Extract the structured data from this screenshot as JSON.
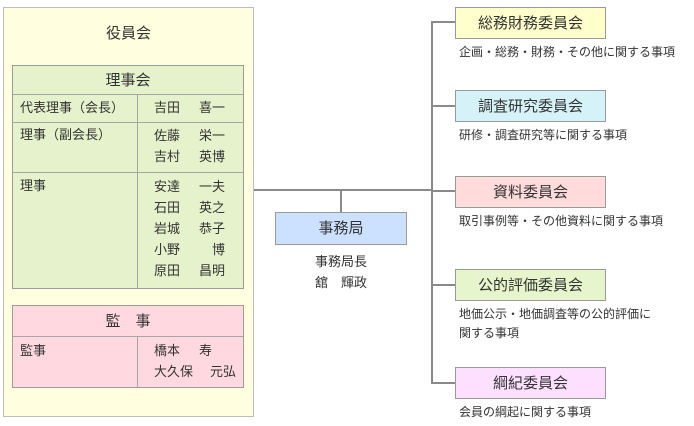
{
  "board": {
    "title": "役員会",
    "riji": {
      "title": "理事会",
      "rows": [
        {
          "role": "代表理事（会長）",
          "names": [
            {
              "sei": "吉田",
              "mei": "喜一"
            }
          ]
        },
        {
          "role": "理事（副会長）",
          "names": [
            {
              "sei": "佐藤",
              "mei": "栄一"
            },
            {
              "sei": "吉村",
              "mei": "英博"
            }
          ]
        },
        {
          "role": "理事",
          "names": [
            {
              "sei": "安達",
              "mei": "一夫"
            },
            {
              "sei": "石田",
              "mei": "英之"
            },
            {
              "sei": "岩城",
              "mei": "恭子"
            },
            {
              "sei": "小野",
              "mei": "博"
            },
            {
              "sei": "原田",
              "mei": "昌明"
            }
          ]
        }
      ]
    },
    "kanji": {
      "title": "監　事",
      "rows": [
        {
          "role": "監事",
          "names": [
            {
              "sei": "橋本",
              "mei": "寿"
            },
            {
              "sei": "大久保",
              "mei": "元弘"
            }
          ]
        }
      ]
    }
  },
  "secretariat": {
    "title": "事務局",
    "position": "事務局長",
    "name": "舘　輝政"
  },
  "committees": [
    {
      "name": "総務財務委員会",
      "desc": "企画・総務・財務・その他に関する事項",
      "color": "#ffffcc"
    },
    {
      "name": "調査研究委員会",
      "desc": "研修・調査研究等に関する事項",
      "color": "#d4f2f7"
    },
    {
      "name": "資料委員会",
      "desc": "取引事例等・その他資料に関する事項",
      "color": "#ffdbdb"
    },
    {
      "name": "公的評価委員会",
      "desc": "地価公示・地価調査等の公的評価に\n関する事項",
      "color": "#e6f5cc"
    },
    {
      "name": "綱紀委員会",
      "desc": "会員の綱起に関する事項",
      "color": "#fde0ff"
    }
  ]
}
